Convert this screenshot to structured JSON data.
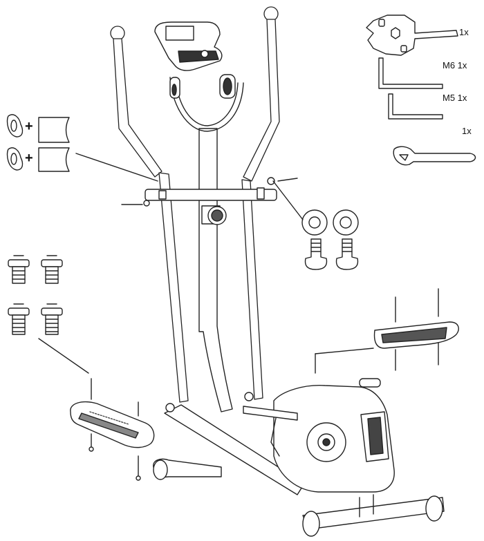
{
  "tools": {
    "multi_wrench_qty": "1x",
    "hex_m6_label": "M6 1x",
    "hex_m5_label": "M5 1x",
    "spanner_qty": "1x"
  },
  "hardware": {
    "plus_sign_1": "+",
    "plus_sign_2": "+"
  }
}
